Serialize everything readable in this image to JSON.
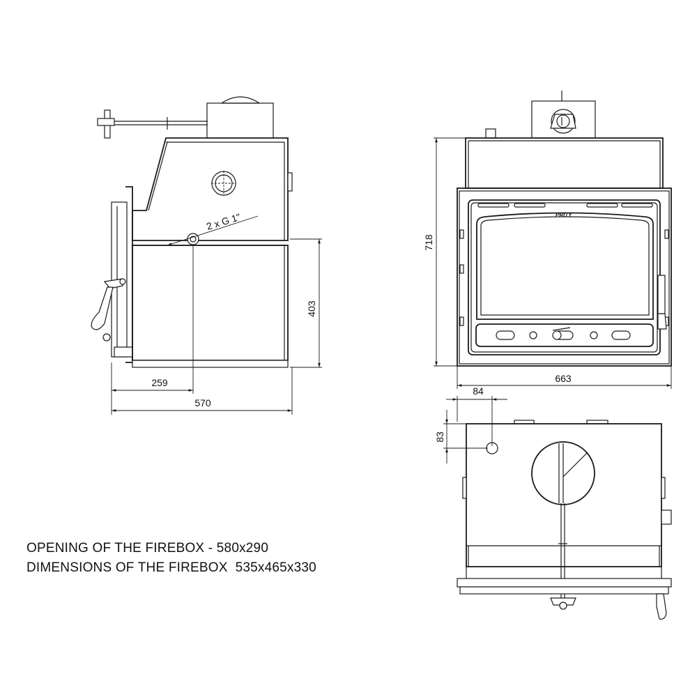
{
  "notes": {
    "opening": "OPENING OF THE FIREBOX - 580x290",
    "dimensions": "DIMENSIONS OF THE FIREBOX  535x465x330"
  },
  "side_view": {
    "pipe_label": "2 x G 1\"",
    "height": "403",
    "depth_to_pipe": "259",
    "depth": "570"
  },
  "front_view": {
    "height": "718",
    "width": "663",
    "brand": "PRITY"
  },
  "top_view": {
    "offset_x": "84",
    "offset_y": "83"
  }
}
